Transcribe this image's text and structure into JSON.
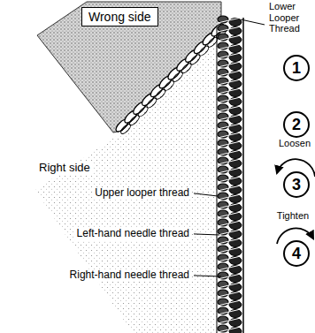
{
  "diagram": {
    "nodes": [
      {
        "text": [
          "Wrong side"
        ]
      },
      {
        "text": [
          "1"
        ]
      },
      {
        "text": [
          "2"
        ]
      },
      {
        "text": [
          "3"
        ]
      },
      {
        "text": [
          "4"
        ]
      }
    ],
    "labels": [
      "Lower Looper Thread",
      "Right side",
      "Upper looper thread",
      "Left-hand needle thread",
      "Right-hand needle thread",
      "Loosen",
      "Tighten"
    ]
  }
}
